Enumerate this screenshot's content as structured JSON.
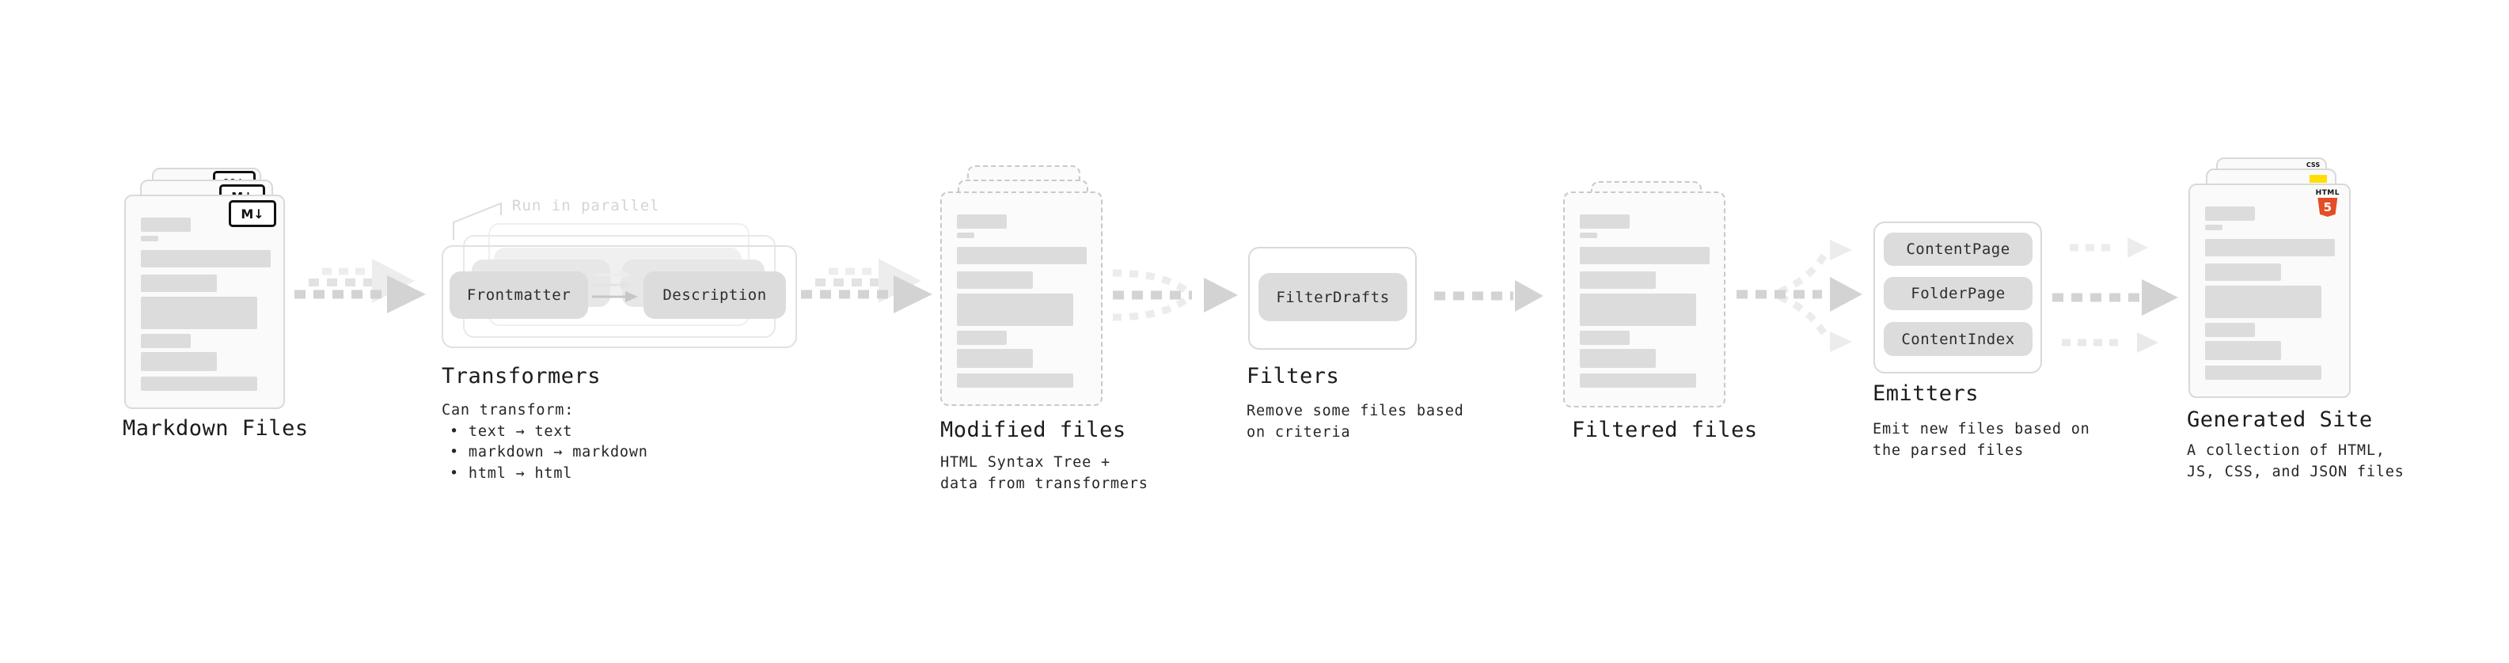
{
  "pipeline": {
    "markdown_files": {
      "label": "Markdown Files",
      "badge": "M↓"
    },
    "transformers": {
      "label": "Transformers",
      "annotation": "Run in parallel",
      "pills": [
        "Frontmatter",
        "Description"
      ],
      "note_title": "Can transform:",
      "bullets": [
        "• text → text",
        "• markdown → markdown",
        "• html → html"
      ]
    },
    "modified_files": {
      "label": "Modified files",
      "note_lines": [
        "HTML Syntax Tree +",
        "data from transformers"
      ]
    },
    "filters": {
      "label": "Filters",
      "pills": [
        "FilterDrafts"
      ],
      "note_lines": [
        "Remove some files based",
        "on criteria"
      ]
    },
    "filtered_files": {
      "label": "Filtered files"
    },
    "emitters": {
      "label": "Emitters",
      "pills": [
        "ContentPage",
        "FolderPage",
        "ContentIndex"
      ],
      "note_lines": [
        "Emit new files based on",
        "the parsed files"
      ]
    },
    "generated_site": {
      "label": "Generated Site",
      "note_lines": [
        "A collection of HTML,",
        "JS, CSS, and JSON files"
      ],
      "badges": {
        "css": "CSS",
        "html_word": "HTML",
        "html_number": "5"
      }
    }
  },
  "colors": {
    "arrow_dark": "#d3d3d3",
    "arrow_light": "#ececec",
    "skeleton": "#dcdcdc",
    "card_border": "#d9d9d9",
    "html5_orange": "#e44d26",
    "js_yellow": "#ffdf00",
    "css_blue": "#2962ff"
  }
}
